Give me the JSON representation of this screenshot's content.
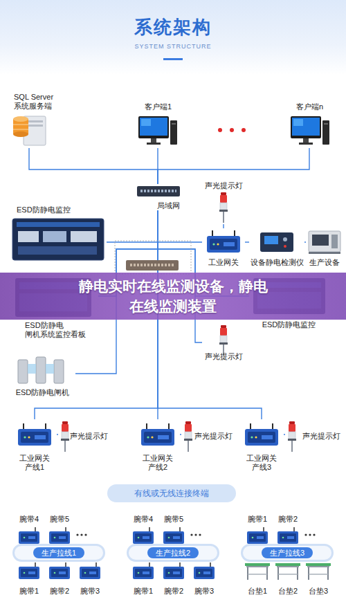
{
  "diagram": {
    "title": "系统架构",
    "nodes": [
      {
        "text": [
          "SQL Server 系统服务端"
        ]
      },
      {
        "text": [
          "客户端1"
        ]
      },
      {
        "text": [
          "客户端n"
        ]
      },
      {
        "text": [
          "局域网"
        ]
      },
      {
        "text": [
          "ESD防静电监控"
        ]
      },
      {
        "text": [
          "声光提示灯"
        ]
      },
      {
        "text": [
          "工业网关"
        ]
      },
      {
        "text": [
          "设备静电检测仪"
        ]
      },
      {
        "text": [
          "生产设备"
        ]
      },
      {
        "text": [
          "静电实时在线监测设备，静电 在线监测装置"
        ]
      },
      {
        "text": [
          "ESD防静电 闸机系统监控看板"
        ]
      },
      {
        "text": [
          "ESD防静电监控"
        ]
      },
      {
        "text": [
          "声光提示灯"
        ]
      },
      {
        "text": [
          "ESD防静电闸机"
        ]
      },
      {
        "text": [
          "工业网关 产线1"
        ]
      },
      {
        "text": [
          "声光提示灯"
        ]
      },
      {
        "text": [
          "工业网关 产线2"
        ]
      },
      {
        "text": [
          "声光提示灯"
        ]
      },
      {
        "text": [
          "工业网关 产线3"
        ]
      },
      {
        "text": [
          "声光提示灯"
        ]
      },
      {
        "text": [
          "有线或无线连接终端"
        ]
      },
      {
        "text": [
          "腕带4"
        ]
      },
      {
        "text": [
          "腕带5"
        ]
      },
      {
        "text": [
          "生产拉线1"
        ]
      },
      {
        "text": [
          "腕带1"
        ]
      },
      {
        "text": [
          "腕带2"
        ]
      },
      {
        "text": [
          "腕带3"
        ]
      },
      {
        "text": [
          "腕带4"
        ]
      },
      {
        "text": [
          "腕带5"
        ]
      },
      {
        "text": [
          "生产拉线2"
        ]
      },
      {
        "text": [
          "腕带1"
        ]
      },
      {
        "text": [
          "腕带2"
        ]
      },
      {
        "text": [
          "腕带3"
        ]
      },
      {
        "text": [
          "腕带1"
        ]
      },
      {
        "text": [
          "腕带2"
        ]
      },
      {
        "text": [
          "生产拉线3"
        ]
      },
      {
        "text": [
          "台垫1"
        ]
      },
      {
        "text": [
          "台垫2"
        ]
      },
      {
        "text": [
          "台垫3"
        ]
      }
    ],
    "edges": [
      {
        "from": 0,
        "to": 3,
        "arrow": "none"
      },
      {
        "from": 1,
        "to": 3,
        "arrow": "none"
      },
      {
        "from": 2,
        "to": 3,
        "arrow": "none"
      },
      {
        "from": 3,
        "to": 4,
        "arrow": "none"
      },
      {
        "from": 3,
        "to": 6,
        "arrow": "none"
      },
      {
        "from": 5,
        "to": 6,
        "arrow": "none"
      },
      {
        "from": 6,
        "to": 7,
        "arrow": "none"
      },
      {
        "from": 7,
        "to": 8,
        "arrow": "none"
      },
      {
        "from": 3,
        "to": 10,
        "arrow": "none"
      },
      {
        "from": 3,
        "to": 11,
        "arrow": "none"
      },
      {
        "from": 3,
        "to": 12,
        "arrow": "none"
      },
      {
        "from": 3,
        "to": 13,
        "arrow": "none"
      },
      {
        "from": 3,
        "to": 14,
        "arrow": "none"
      },
      {
        "from": 3,
        "to": 16,
        "arrow": "none"
      },
      {
        "from": 3,
        "to": 18,
        "arrow": "none"
      },
      {
        "from": 14,
        "to": 15,
        "arrow": "none"
      },
      {
        "from": 16,
        "to": 17,
        "arrow": "none"
      },
      {
        "from": 18,
        "to": 19,
        "arrow": "none"
      }
    ],
    "labels": [
      "SYSTEM STRUCTURE"
    ]
  }
}
